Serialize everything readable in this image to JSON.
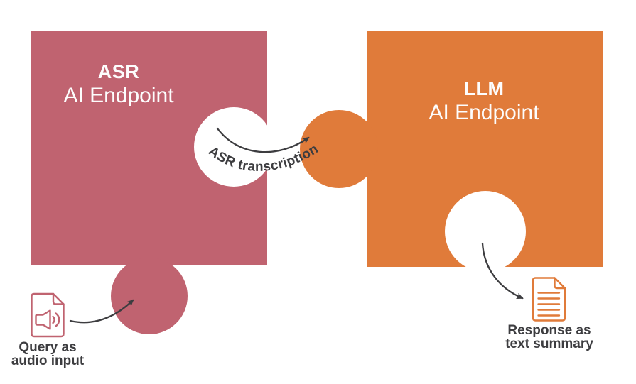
{
  "diagram": {
    "asr_piece": {
      "title": "ASR",
      "subtitle": "AI Endpoint"
    },
    "llm_piece": {
      "title": "LLM",
      "subtitle": "AI Endpoint"
    },
    "connection_label": "ASR transcription",
    "input_caption": {
      "line1": "Query as",
      "line2": "audio input"
    },
    "output_caption": {
      "line1": "Response as",
      "line2": "text summary"
    },
    "icons": {
      "input": "audio-file-icon",
      "output": "text-document-icon"
    }
  },
  "colors": {
    "rose": "#c06370",
    "orange": "#e07b3a",
    "ink": "#3d3d40",
    "white": "#ffffff"
  }
}
